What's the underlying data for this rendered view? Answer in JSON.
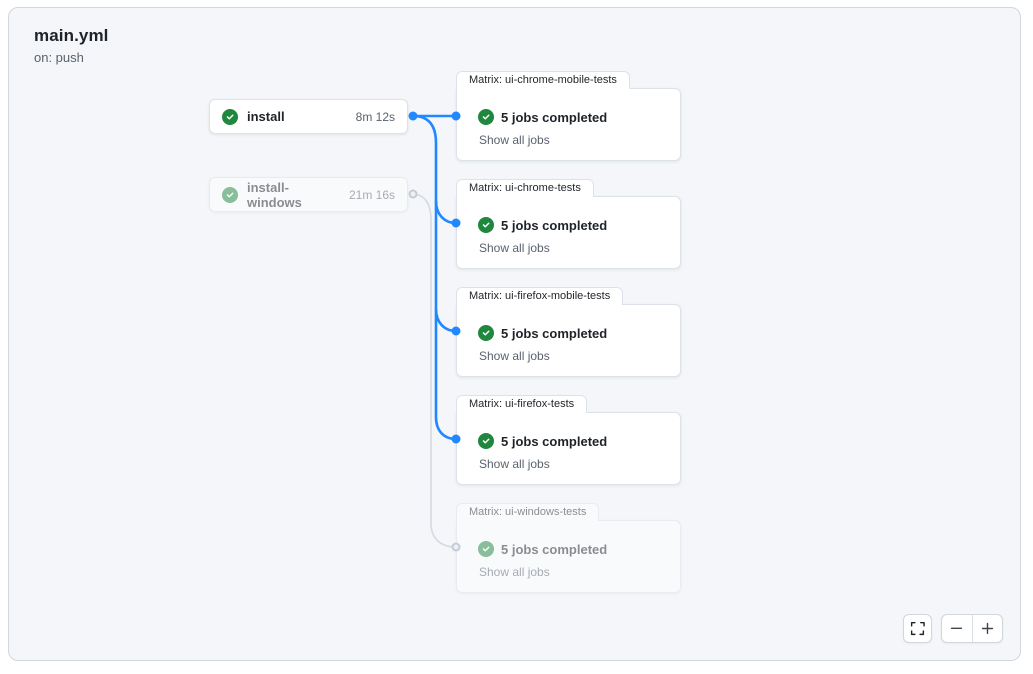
{
  "header": {
    "title": "main.yml",
    "trigger": "on: push"
  },
  "graph": {
    "jobs": [
      {
        "label": "install",
        "duration": "8m 12s",
        "status": "success",
        "icon": "check-circle-icon",
        "dimmed": false
      },
      {
        "label": "install-windows",
        "duration": "21m 16s",
        "status": "success",
        "icon": "check-circle-icon",
        "dimmed": true
      }
    ],
    "matrix_groups": [
      {
        "label": "Matrix: ui-chrome-mobile-tests",
        "summary": "5 jobs completed",
        "link_label": "Show all jobs",
        "status": "success",
        "dimmed": false
      },
      {
        "label": "Matrix: ui-chrome-tests",
        "summary": "5 jobs completed",
        "link_label": "Show all jobs",
        "status": "success",
        "dimmed": false
      },
      {
        "label": "Matrix: ui-firefox-mobile-tests",
        "summary": "5 jobs completed",
        "link_label": "Show all jobs",
        "status": "success",
        "dimmed": false
      },
      {
        "label": "Matrix: ui-firefox-tests",
        "summary": "5 jobs completed",
        "link_label": "Show all jobs",
        "status": "success",
        "dimmed": false
      },
      {
        "label": "Matrix: ui-windows-tests",
        "summary": "5 jobs completed",
        "link_label": "Show all jobs",
        "status": "success",
        "dimmed": true
      }
    ]
  },
  "controls": {
    "fullscreen_icon": "screen-full-icon",
    "zoom_out_icon": "dash-icon",
    "zoom_in_icon": "plus-icon"
  },
  "colors": {
    "accent_blue": "#2188ff",
    "success_green": "#1f883d",
    "canvas_bg": "#f4f6f9",
    "canvas_border": "#d0d7de",
    "text_primary": "#1f2328",
    "text_secondary": "#59636e"
  }
}
